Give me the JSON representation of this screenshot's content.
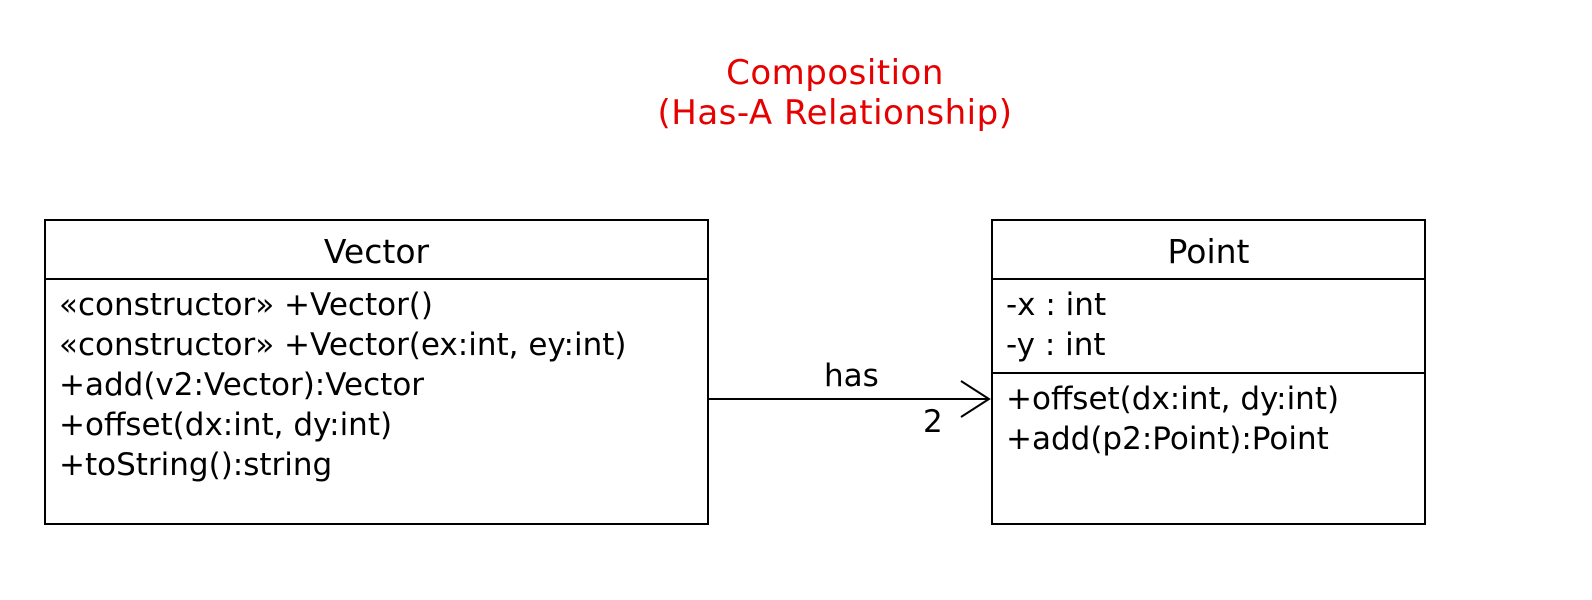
{
  "title": {
    "line1": "Composition",
    "line2": "(Has-A Relationship)",
    "color": "#e60000"
  },
  "vector_class": {
    "name": "Vector",
    "operations": [
      "«constructor» +Vector()",
      "«constructor» +Vector(ex:int, ey:int)",
      "+add(v2:Vector):Vector",
      "+offset(dx:int, dy:int)",
      "+toString():string"
    ]
  },
  "point_class": {
    "name": "Point",
    "attributes": [
      "-x : int",
      "-y : int"
    ],
    "operations": [
      "+offset(dx:int, dy:int)",
      "+add(p2:Point):Point"
    ]
  },
  "association": {
    "label": "has",
    "multiplicity": "2",
    "arrowhead": "open-arrow"
  }
}
